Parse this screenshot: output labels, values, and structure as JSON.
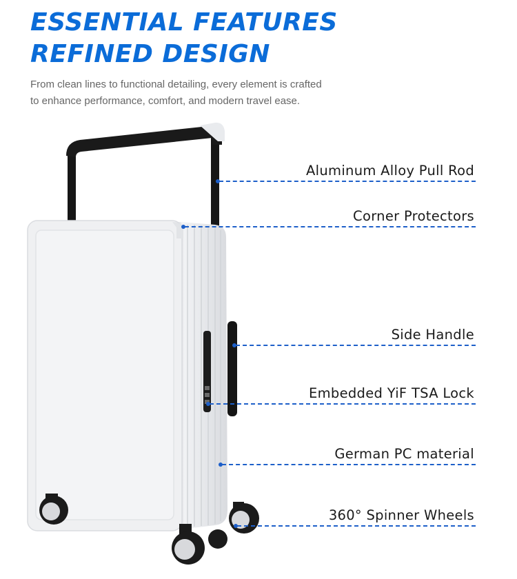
{
  "headline": {
    "line1": "ESSENTIAL FEATURES",
    "line2": "REFINED DESIGN"
  },
  "subtitle": {
    "line1": "From clean lines to functional detailing, every element is crafted",
    "line2": "to enhance performance, comfort, and modern travel ease."
  },
  "features": [
    "Aluminum Alloy Pull Rod",
    "Corner Protectors",
    "Side Handle",
    "Embedded YiF TSA Lock",
    "German PC material",
    "360° Spinner Wheels"
  ],
  "colors": {
    "accent": "#0b6cd8",
    "callout": "#1d5fc9",
    "suitcase": "#f1f2f4"
  }
}
